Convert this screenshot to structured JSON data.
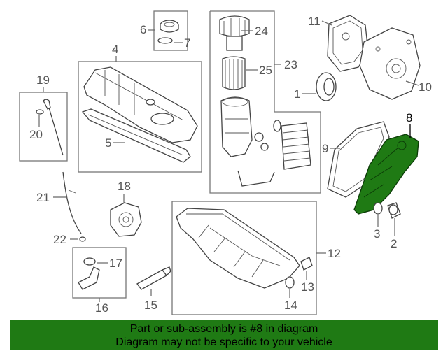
{
  "callouts": {
    "c1": "1",
    "c2": "2",
    "c3": "3",
    "c4": "4",
    "c5": "5",
    "c6": "6",
    "c7": "7",
    "c8": "8",
    "c9": "9",
    "c10": "10",
    "c11": "11",
    "c12": "12",
    "c13": "13",
    "c14": "14",
    "c15": "15",
    "c16": "16",
    "c17": "17",
    "c18": "18",
    "c19": "19",
    "c20": "20",
    "c21": "21",
    "c22": "22",
    "c23": "23",
    "c24": "24",
    "c25": "25"
  },
  "highlight_part": "8",
  "colors": {
    "highlight": "#1f7a14",
    "banner_bg": "#1f7a14"
  },
  "banner": {
    "line1": "Part or sub-assembly is #8 in diagram",
    "line2": "Diagram may not be specific to your vehicle"
  }
}
